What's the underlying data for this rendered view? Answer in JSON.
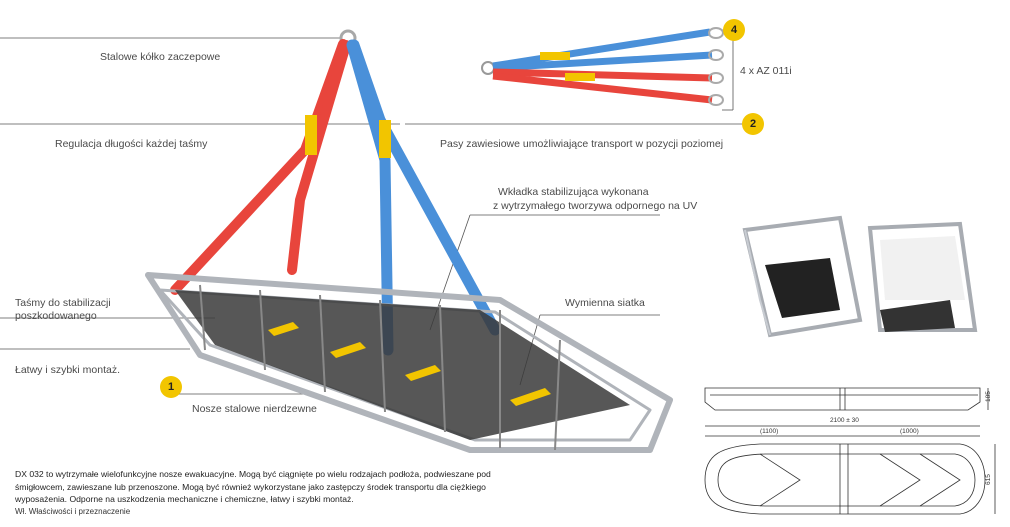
{
  "labels": {
    "ring": "Stalowe kółko zaczepowe",
    "strap_adjust": "Regulacja długości każdej taśmy",
    "insert_line1": "Wkładka stabilizująca wykonana",
    "insert_line2": "z wytrzymałego tworzywa odpornego na UV",
    "horizontal_straps": "Pasy zawiesiowe umożliwiające transport w pozycji poziomej",
    "carabiners": "4 x AZ 011i",
    "mesh": "Wymienna siatka",
    "stab_straps_line1": "Taśmy do stabilizacji",
    "stab_straps_line2": "poszkodowanego",
    "assembly": "Łatwy i szybki montaż.",
    "stretcher": "Nosze stalowe nierdzewne"
  },
  "badges": {
    "b1": "1",
    "b2": "2",
    "b4": "4"
  },
  "dimensions": {
    "total": "2100 ± 30",
    "left": "(1100)",
    "right": "(1000)",
    "height": "185",
    "width": "615"
  },
  "description": {
    "text": "DX 032 to wytrzymałe wielofunkcyjne nosze ewakuacyjne. Mogą być ciągnięte po wielu rodzajach podłoża, podwieszane pod śmigłowcem, zawieszane lub przenoszone. Mogą być również wykorzystane jako zastępczy środek transportu dla ciężkiego wyposażenia. Odporne na uszkodzenia mechaniczne i chemiczne, łatwy i szybki montaż.",
    "cut_line": "Wł. Właściwości i przeznaczenie"
  },
  "colors": {
    "badge": "#f2c500",
    "red_strap": "#e8453c",
    "blue_strap": "#4a90d9",
    "frame": "#b8bcc2"
  }
}
